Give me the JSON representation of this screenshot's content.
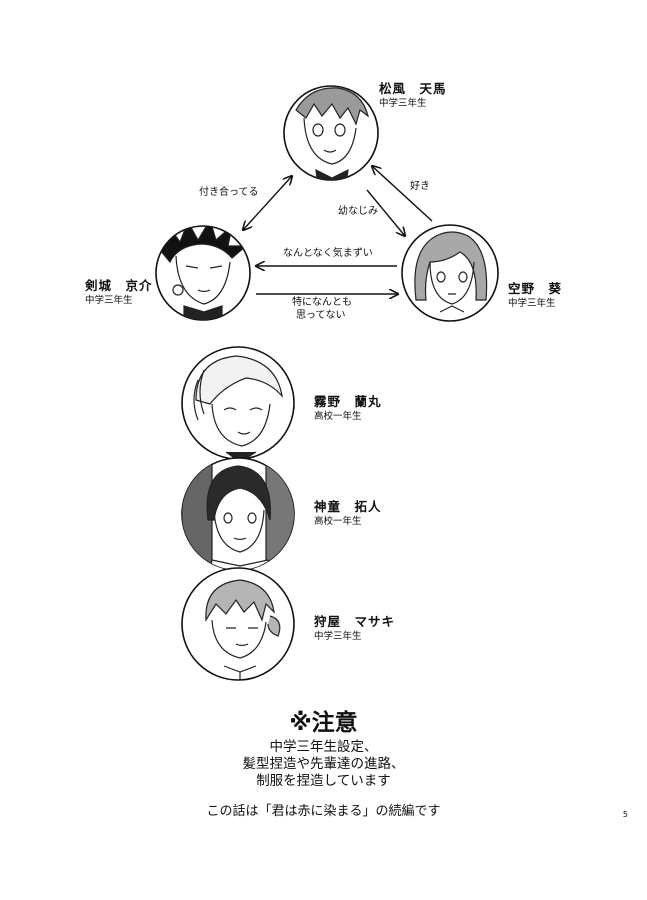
{
  "characters": [
    {
      "name": "松風　天馬",
      "grade": "中学三年生"
    },
    {
      "name": "剣城　京介",
      "grade": "中学三年生"
    },
    {
      "name": "空野　葵",
      "grade": "中学三年生"
    },
    {
      "name": "霧野　蘭丸",
      "grade": "高校一年生"
    },
    {
      "name": "神童　拓人",
      "grade": "高校一年生"
    },
    {
      "name": "狩屋　マサキ",
      "grade": "中学三年生"
    }
  ],
  "relations": {
    "dating": "付き合ってる",
    "childhood_friends": "幼なじみ",
    "likes": "好き",
    "awkward": "なんとなく気まずい",
    "indifferent_1": "特になんとも",
    "indifferent_2": "思ってない"
  },
  "notice": {
    "title": "※注意",
    "lines": [
      "中学三年生設定、",
      "髪型捏造や先輩達の進路、",
      "制服を捏造しています"
    ],
    "footer": "この話は「君は赤に染まる」の続編です"
  },
  "page_number": "5"
}
